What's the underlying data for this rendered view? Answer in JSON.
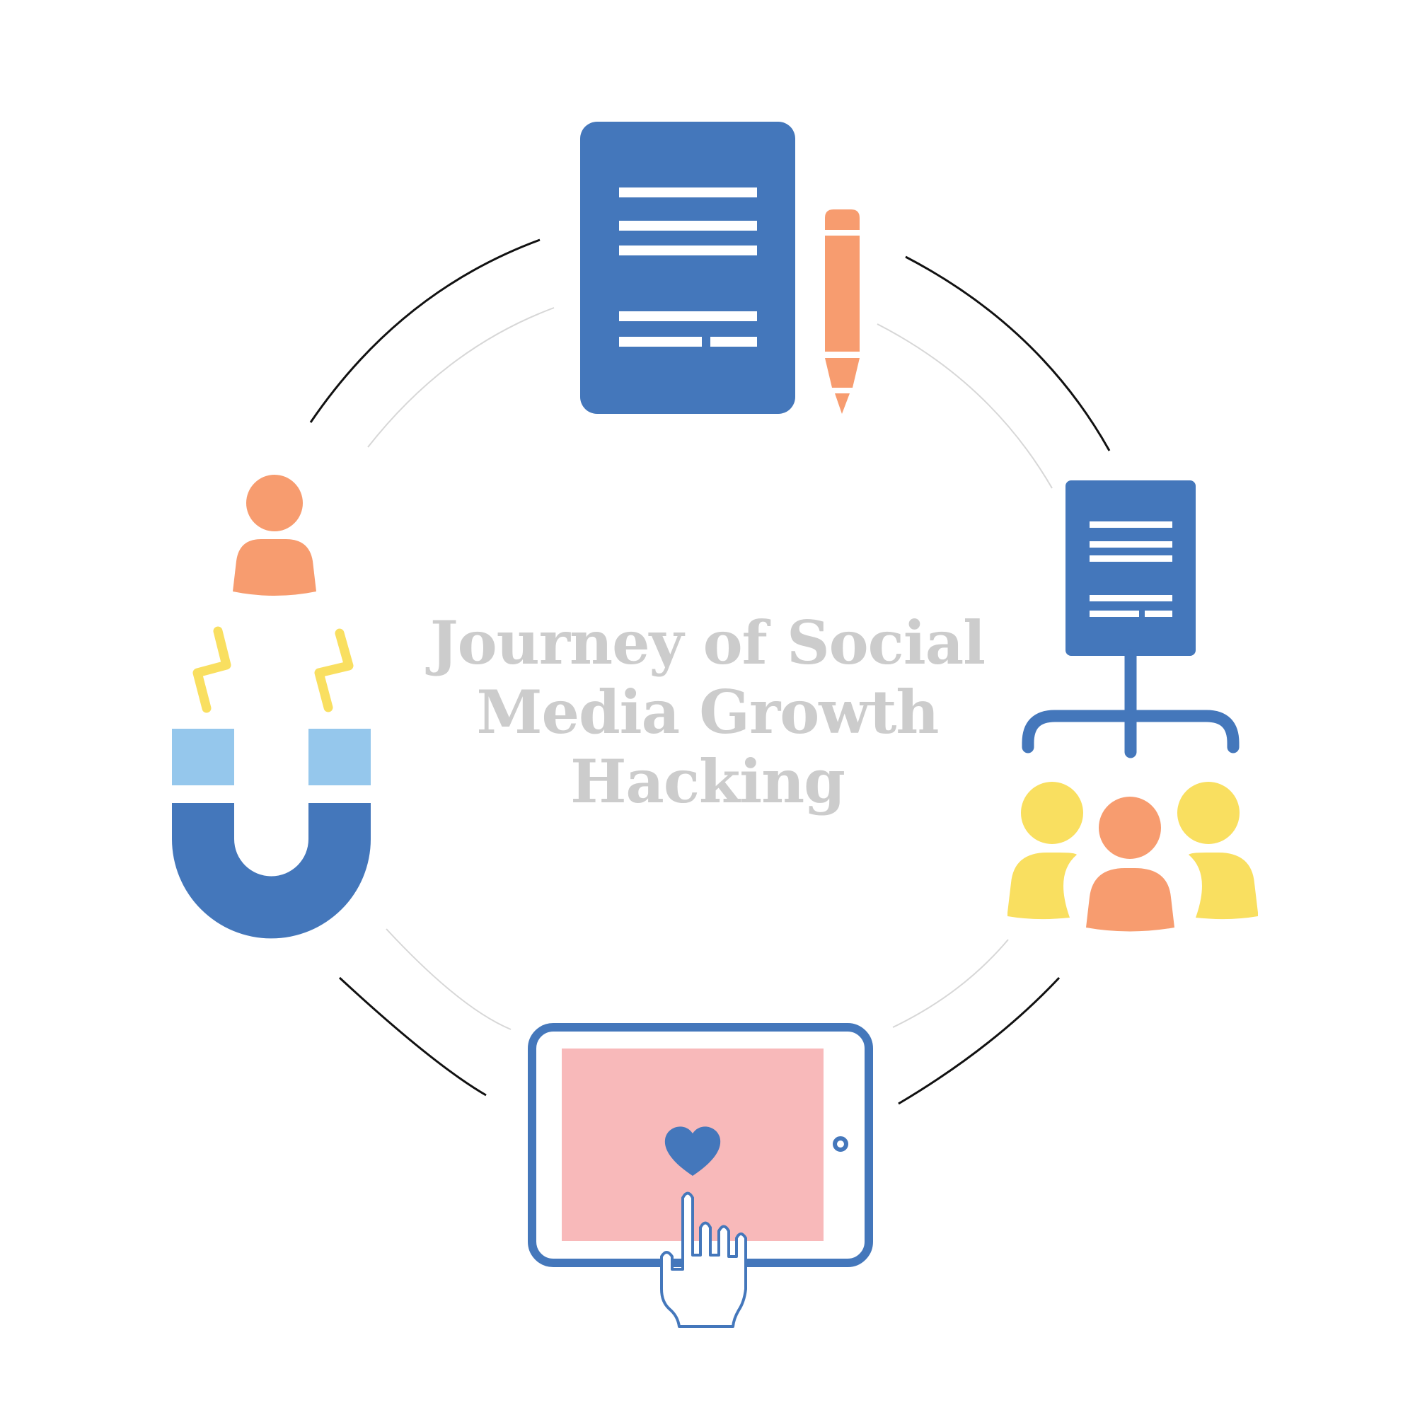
{
  "title_lines": [
    "Journey of Social",
    "Media Growth",
    "Hacking"
  ],
  "colors": {
    "blue": "#4477bb",
    "orange": "#f79c6f",
    "yellow": "#f9df60",
    "light_blue": "#95c7ec",
    "pink": "#f8b9ba",
    "outer_ring": "#111111",
    "inner_ring": "#d7d7d7",
    "title": "#cccccc"
  },
  "steps": [
    {
      "icon": "document-pencil-icon"
    },
    {
      "icon": "document-audience-icon"
    },
    {
      "icon": "tablet-like-icon"
    },
    {
      "icon": "magnet-person-icon"
    }
  ]
}
